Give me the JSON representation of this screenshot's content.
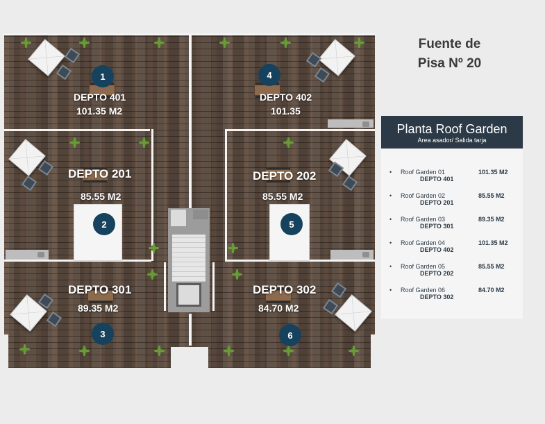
{
  "title": {
    "line1": "Fuente de",
    "line2": "Pisa Nº 20"
  },
  "legend": {
    "title": "Planta Roof Garden",
    "subtitle": "Area asador/ Salida tarja",
    "items": [
      {
        "name": "Roof Garden 01",
        "depto": "DEPTO 401",
        "area": "101.35 M2"
      },
      {
        "name": "Roof Garden 02",
        "depto": "DEPTO 201",
        "area": "85.55 M2"
      },
      {
        "name": "Roof Garden 03",
        "depto": "DEPTO 301",
        "area": "89.35 M2"
      },
      {
        "name": "Roof Garden 04",
        "depto": "DEPTO 402",
        "area": "101.35 M2"
      },
      {
        "name": "Roof Garden 05",
        "depto": "DEPTO 202",
        "area": "85.55 M2"
      },
      {
        "name": "Roof Garden 06",
        "depto": "DEPTO 302",
        "area": "84.70 M2"
      }
    ]
  },
  "plan": {
    "units": [
      {
        "marker": "1",
        "name": "DEPTO 401",
        "area": "101.35 M2"
      },
      {
        "marker": "4",
        "name": "DEPTO 402",
        "area": "101.35"
      },
      {
        "marker": "2",
        "name": "DEPTO 201",
        "area": "85.55 M2"
      },
      {
        "marker": "5",
        "name": "DEPTO 202",
        "area": "85.55 M2"
      },
      {
        "marker": "3",
        "name": "DEPTO 301",
        "area": "89.35 M2"
      },
      {
        "marker": "6",
        "name": "DEPTO 302",
        "area": "84.70 M2"
      }
    ]
  },
  "colors": {
    "marker": "#16425e",
    "legend_header": "#2c3a47",
    "deck": "#5a4a3f"
  }
}
